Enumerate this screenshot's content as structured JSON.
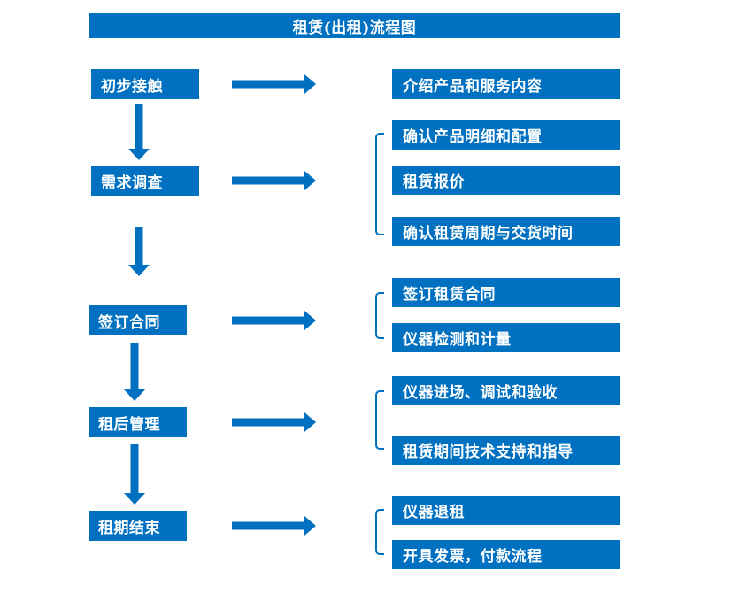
{
  "title": "租赁(出租)流程图",
  "colors": {
    "primary": "#0070C0"
  },
  "steps": [
    {
      "label": "初步接触"
    },
    {
      "label": "需求调查"
    },
    {
      "label": "签订合同"
    },
    {
      "label": "租后管理"
    },
    {
      "label": "租期结束"
    }
  ],
  "groups": [
    {
      "items": [
        "介绍产品和服务内容"
      ]
    },
    {
      "items": [
        "确认产品明细和配置",
        "租赁报价",
        "确认租赁周期与交货时间"
      ]
    },
    {
      "items": [
        "签订租赁合同",
        "仪器检测和计量"
      ]
    },
    {
      "items": [
        "仪器进场、调试和验收",
        "租赁期间技术支持和指导"
      ]
    },
    {
      "items": [
        "仪器退租",
        "开具发票，付款流程"
      ]
    }
  ]
}
